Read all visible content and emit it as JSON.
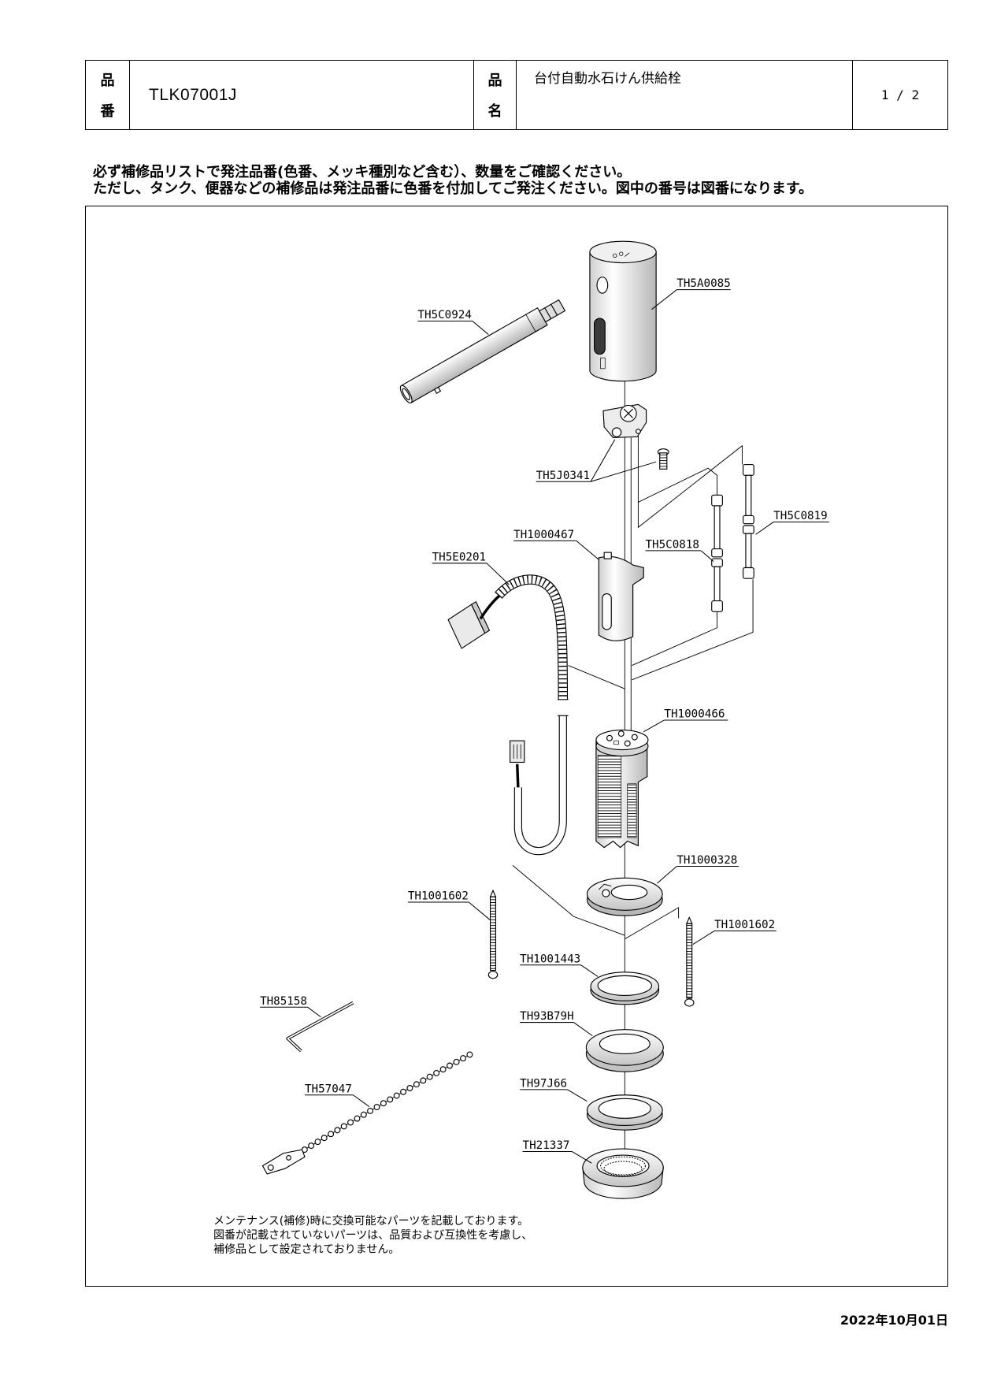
{
  "header": {
    "part_number_label": [
      "品",
      "番"
    ],
    "part_number": "TLK07001J",
    "product_name_label": [
      "品",
      "名"
    ],
    "product_name": "台付自動水石けん供給栓",
    "page": "1 / 2"
  },
  "instructions": [
    "必ず補修品リストで発注品番(色番、メッキ種別など含む）、数量をご確認ください。",
    "ただし、タンク、便器などの補修品は発注品番に色番を付加してご発注ください。図中の番号は図番になります。"
  ],
  "parts": [
    {
      "code": "TH5A0085"
    },
    {
      "code": "TH5C0924"
    },
    {
      "code": "TH5J0341"
    },
    {
      "code": "TH5C0819"
    },
    {
      "code": "TH1000467"
    },
    {
      "code": "TH5C0818"
    },
    {
      "code": "TH5E0201"
    },
    {
      "code": "TH1000466"
    },
    {
      "code": "TH1000328"
    },
    {
      "code": "TH1001602"
    },
    {
      "code": "TH1001602"
    },
    {
      "code": "TH1001443"
    },
    {
      "code": "TH85158"
    },
    {
      "code": "TH93B79H"
    },
    {
      "code": "TH57047"
    },
    {
      "code": "TH97J66"
    },
    {
      "code": "TH21337"
    }
  ],
  "note": [
    "メンテナンス(補修)時に交換可能なパーツを記載しております。",
    "図番が記載されていないパーツは、品質および互換性を考慮し、",
    "補修品として設定されておりません。"
  ],
  "date": "2022年10月01日"
}
